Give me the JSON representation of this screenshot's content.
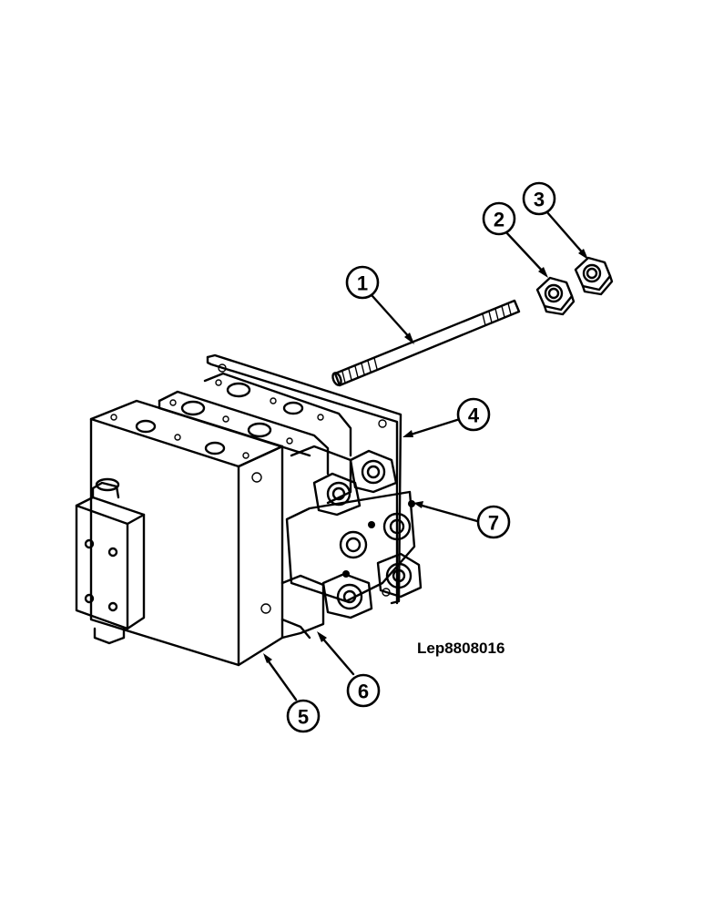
{
  "drawing_ref": "Lep8808016",
  "callouts": [
    "1",
    "2",
    "3",
    "4",
    "5",
    "6",
    "7"
  ]
}
